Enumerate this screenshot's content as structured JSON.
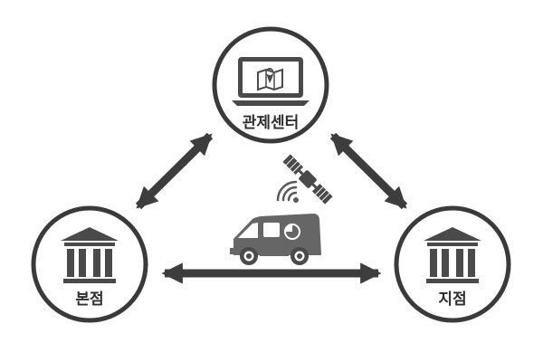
{
  "nodes": {
    "control_center": {
      "label": "관제센터",
      "icon": "laptop-map-icon"
    },
    "head_office": {
      "label": "본점",
      "icon": "bank-building-icon"
    },
    "branch_office": {
      "label": "지점",
      "icon": "bank-building-icon"
    }
  },
  "links": [
    {
      "from": "control_center",
      "to": "head_office",
      "type": "bidirectional"
    },
    {
      "from": "control_center",
      "to": "branch_office",
      "type": "bidirectional"
    },
    {
      "from": "head_office",
      "to": "branch_office",
      "type": "bidirectional"
    }
  ],
  "transport": {
    "vehicle_icon": "security-van-icon",
    "satellite_icon": "satellite-icon",
    "signal_icon": "signal-waves-icon"
  },
  "colors": {
    "outline": "#3a3a3a",
    "arrow": "#3d3d3d",
    "icon": "#4a4a4a",
    "van": "#666666",
    "background": "#ffffff"
  }
}
